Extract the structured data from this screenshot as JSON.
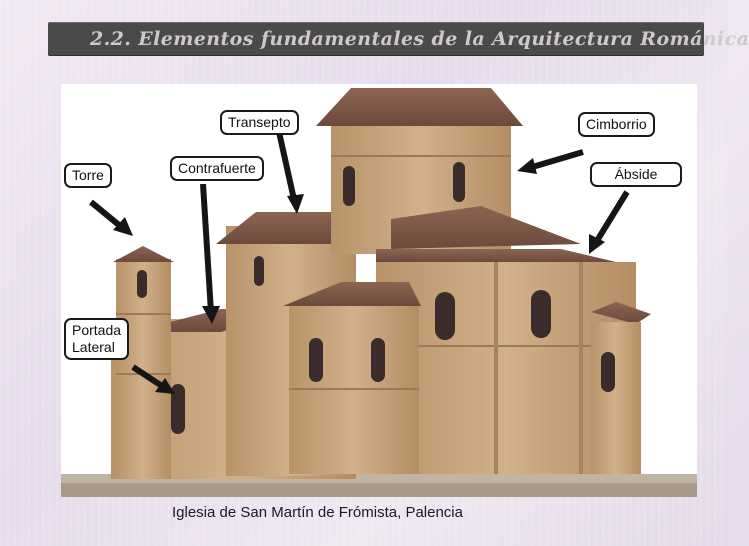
{
  "slide": {
    "title": "2.2. Elementos fundamentales de la Arquitectura Románica",
    "caption": "Iglesia de San Martín de Frómista, Palencia"
  },
  "labels": {
    "torre": "Torre",
    "transepto": "Transepto",
    "contrafuerte": "Contrafuerte",
    "cimborrio": "Cimborrio",
    "abside": "Ábside",
    "portada_line1": "Portada",
    "portada_line2": "Lateral"
  },
  "colors": {
    "title_bar": "#4a4a4a",
    "title_text": "#cfc8cc",
    "stone": "#c9a57a",
    "roof": "#7a5646",
    "window": "#3a2c2a"
  }
}
